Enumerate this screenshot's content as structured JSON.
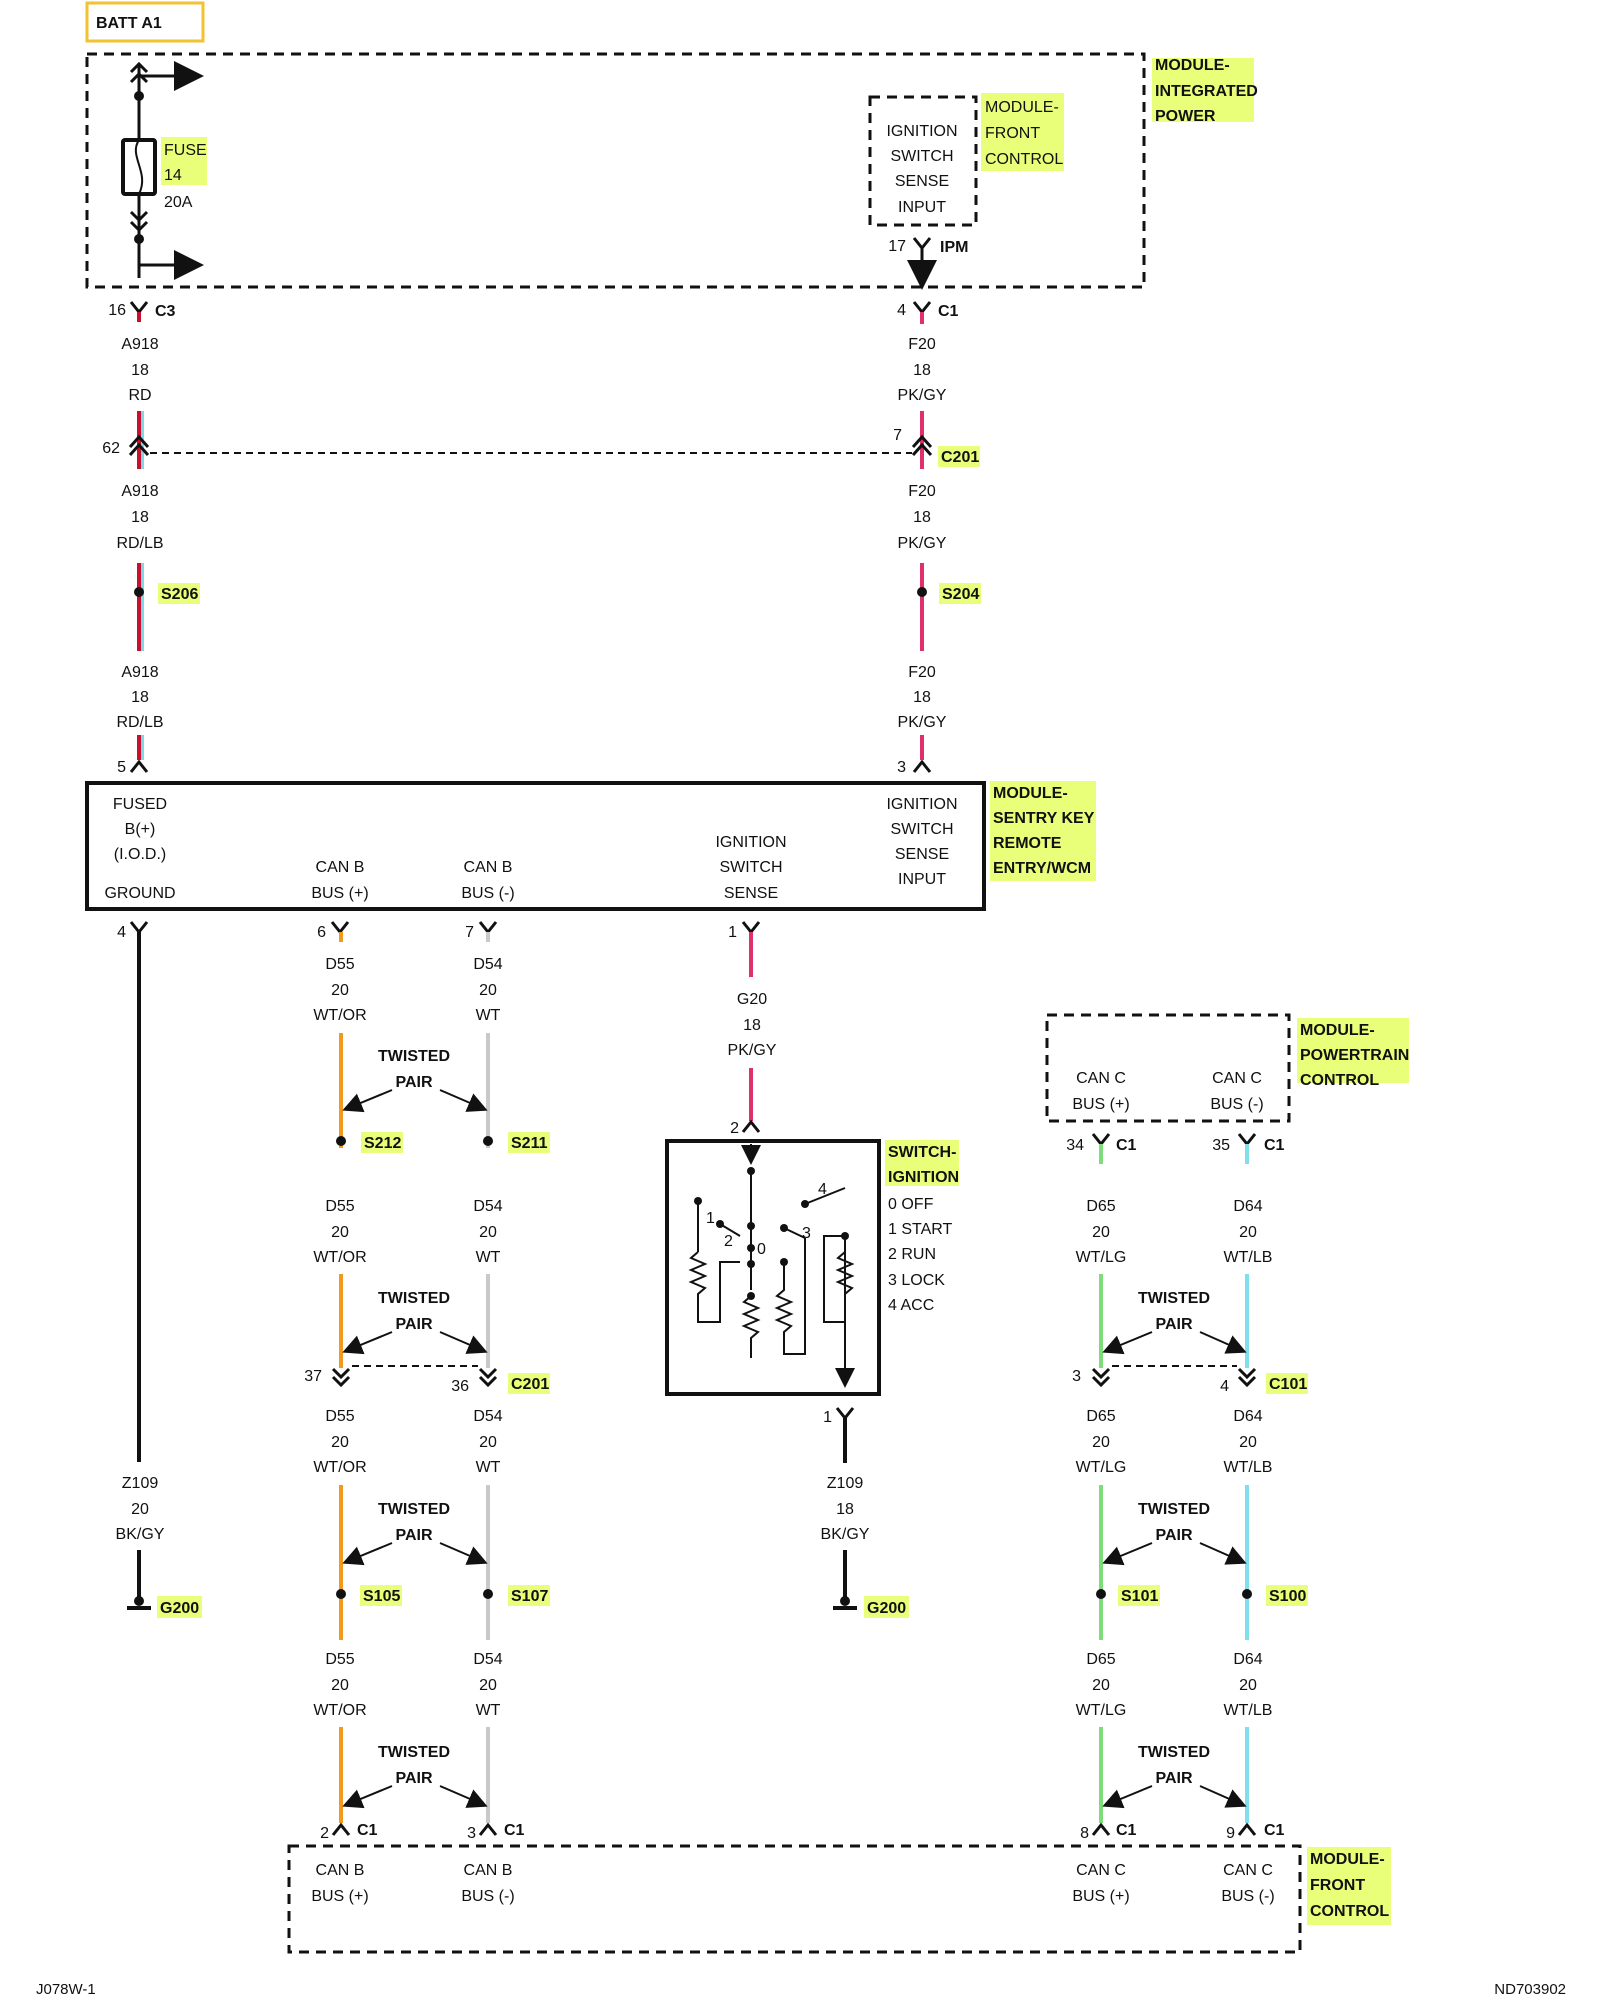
{
  "footer": {
    "left": "J078W-1",
    "right": "ND703902"
  },
  "batt": "BATT A1",
  "modules": {
    "ipm": [
      "MODULE-",
      "INTEGRATED",
      "POWER"
    ],
    "fcm_top": [
      "MODULE-",
      "FRONT",
      "CONTROL"
    ],
    "skreem": [
      "MODULE-",
      "SENTRY KEY",
      "REMOTE",
      "ENTRY/WCM"
    ],
    "pcm": [
      "MODULE-",
      "POWERTRAIN",
      "CONTROL"
    ],
    "switch": [
      "SWITCH-",
      "IGNITION"
    ],
    "fcm_bottom": [
      "MODULE-",
      "FRONT",
      "CONTROL"
    ]
  },
  "fuse": {
    "name": [
      "FUSE",
      "14"
    ],
    "rating": "20A"
  },
  "ignition_switch_sense_input": [
    "IGNITION",
    "SWITCH",
    "SENSE",
    "INPUT"
  ],
  "ignition_switch_sense": [
    "IGNITION",
    "SWITCH",
    "SENSE"
  ],
  "fused_b": [
    "FUSED",
    "B(+)",
    "(I.O.D.)"
  ],
  "ground": "GROUND",
  "can_b_pos": [
    "CAN B",
    "BUS (+)"
  ],
  "can_b_neg": [
    "CAN B",
    "BUS (-)"
  ],
  "can_c_pos": [
    "CAN C",
    "BUS (+)"
  ],
  "can_c_neg": [
    "CAN C",
    "BUS (-)"
  ],
  "switch_positions": [
    "0 OFF",
    "1 START",
    "2 RUN",
    "3 LOCK",
    "4 ACC"
  ],
  "switch_contacts": [
    "4",
    "1",
    "2",
    "0",
    "3"
  ],
  "twisted_pair": [
    "TWISTED",
    "PAIR"
  ],
  "connectors": {
    "C3": "C3",
    "C1": "C1",
    "IPM": "IPM",
    "C201": "C201",
    "C101": "C101"
  },
  "splices": {
    "S206": "S206",
    "S204": "S204",
    "S212": "S212",
    "S211": "S211",
    "S105": "S105",
    "S107": "S107",
    "S101": "S101",
    "S100": "S100"
  },
  "grounds": {
    "g1": "G200",
    "g2": "G200"
  },
  "pins": {
    "c3_16": "16",
    "c1_4": "4",
    "ipm_17": "17",
    "c201_62": "62",
    "c201_7": "7",
    "sk_5": "5",
    "sk_3": "3",
    "sk_4": "4",
    "sk_6": "6",
    "sk_7": "7",
    "sk_1": "1",
    "sw_2": "2",
    "sw_1": "1",
    "c201_37": "37",
    "c201_36": "36",
    "pcm_34": "34",
    "pcm_35": "35",
    "c101_3": "3",
    "c101_4": "4",
    "fcm_2": "2",
    "fcm_3": "3",
    "fcm_8": "8",
    "fcm_9": "9"
  },
  "wires": {
    "a918_rd": [
      "A918",
      "18",
      "RD"
    ],
    "a918_rdlb": [
      "A918",
      "18",
      "RD/LB"
    ],
    "f20": [
      "F20",
      "18",
      "PK/GY"
    ],
    "g20": [
      "G20",
      "18",
      "PK/GY"
    ],
    "z109_20": [
      "Z109",
      "20",
      "BK/GY"
    ],
    "z109_18": [
      "Z109",
      "18",
      "BK/GY"
    ],
    "d55": [
      "D55",
      "20",
      "WT/OR"
    ],
    "d54": [
      "D54",
      "20",
      "WT"
    ],
    "d65": [
      "D65",
      "20",
      "WT/LG"
    ],
    "d64": [
      "D64",
      "20",
      "WT/LB"
    ]
  },
  "colors": {
    "red": "#c8102e",
    "lightblue": "#7fd8ea",
    "pink": "#e0306a",
    "orange": "#f39a1e",
    "white_wire": "#c9c9c9",
    "green": "#7fdc7a",
    "cyan": "#7ee0ec",
    "highlight": "#e9ff7a",
    "black": "#111111"
  }
}
